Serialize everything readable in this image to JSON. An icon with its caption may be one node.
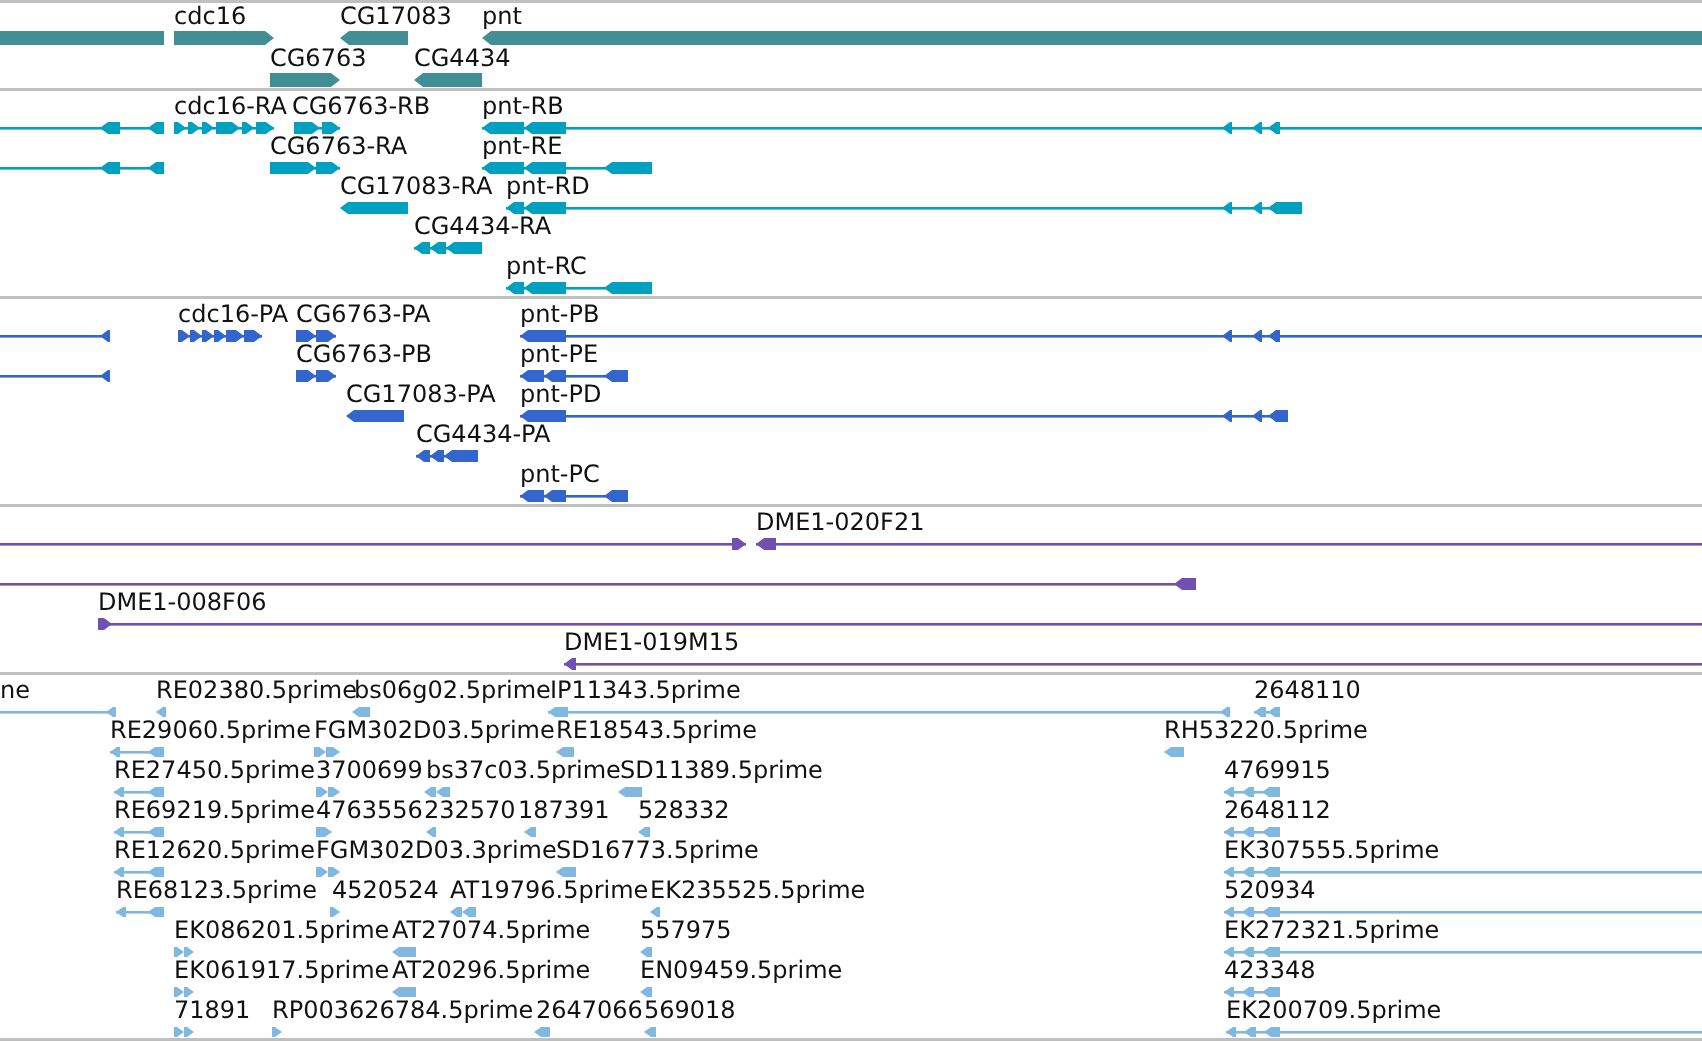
{
  "diagram": {
    "labels": [
      "cdc16",
      "CG17083",
      "pnt",
      "CG6763",
      "CG4434",
      "cdc16-RA",
      "CG6763-RB",
      "pnt-RB",
      "CG6763-RA",
      "pnt-RE",
      "CG17083-RA",
      "pnt-RD",
      "CG4434-RA",
      "pnt-RC",
      "cdc16-PA",
      "CG6763-PA",
      "pnt-PB",
      "CG6763-PB",
      "pnt-PE",
      "CG17083-PA",
      "pnt-PD",
      "CG4434-PA",
      "pnt-PC",
      "DME1-020F21",
      "DME1-008F06",
      "DME1-019M15",
      "ne",
      "RE02380.5prime",
      "bs06g02.5prime",
      "IP11343.5prime",
      "2648110",
      "RE29060.5prime",
      "FGM302D03.5prime",
      "RE18543.5prime",
      "RH53220.5prime",
      "RE27450.5prime",
      "3700699",
      "bs37c03.5prime",
      "SD11389.5prime",
      "4769915",
      "RE69219.5prime",
      "4763556",
      "232570",
      "187391",
      "528332",
      "2648112",
      "RE12620.5prime",
      "FGM302D03.3prime",
      "SD16773.5prime",
      "EK307555.5prime",
      "RE68123.5prime",
      "4520524",
      "AT19796.5prime",
      "EK235525.5prime",
      "520934",
      "EK086201.5prime",
      "AT27074.5prime",
      "557975",
      "EK272321.5prime",
      "EK061917.5prime",
      "AT20296.5prime",
      "EN09459.5prime",
      "423348",
      "71891",
      "RP003626784.5prime",
      "2647066",
      "569018",
      "EK200709.5prime"
    ]
  }
}
